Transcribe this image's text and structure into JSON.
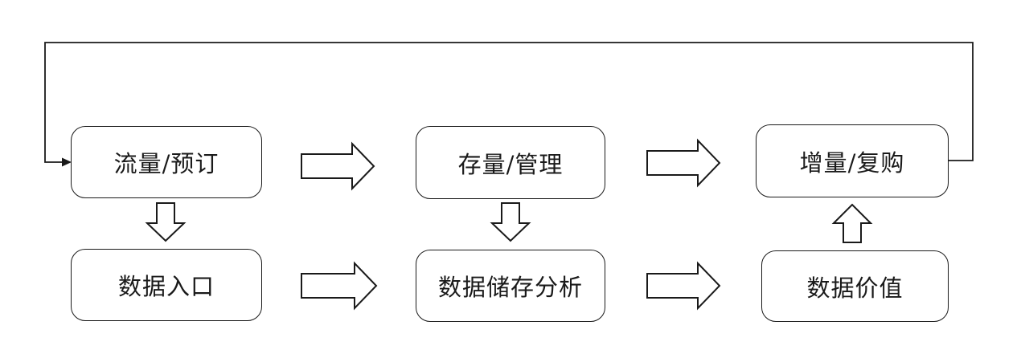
{
  "diagram": {
    "colors": {
      "background": "#ffffff",
      "stroke": "#1a1a1a",
      "node_fill": "#ffffff"
    },
    "nodes": [
      {
        "id": "traffic-booking",
        "label": "流量/预订"
      },
      {
        "id": "stock-management",
        "label": "存量/管理"
      },
      {
        "id": "increment-repurchase",
        "label": "增量/复购"
      },
      {
        "id": "data-entry",
        "label": "数据入口"
      },
      {
        "id": "data-storage-analysis",
        "label": "数据储存分析"
      },
      {
        "id": "data-value",
        "label": "数据价值"
      }
    ],
    "edges": [
      {
        "from": "流量/预订",
        "to": "存量/管理",
        "type": "block-arrow-right"
      },
      {
        "from": "存量/管理",
        "to": "增量/复购",
        "type": "block-arrow-right"
      },
      {
        "from": "流量/预订",
        "to": "数据入口",
        "type": "block-arrow-down"
      },
      {
        "from": "存量/管理",
        "to": "数据储存分析",
        "type": "block-arrow-down"
      },
      {
        "from": "数据入口",
        "to": "数据储存分析",
        "type": "block-arrow-right"
      },
      {
        "from": "数据储存分析",
        "to": "数据价值",
        "type": "block-arrow-right"
      },
      {
        "from": "数据价值",
        "to": "增量/复购",
        "type": "block-arrow-up"
      },
      {
        "from": "增量/复购",
        "to": "流量/预订",
        "type": "feedback-line-arrow"
      }
    ]
  }
}
